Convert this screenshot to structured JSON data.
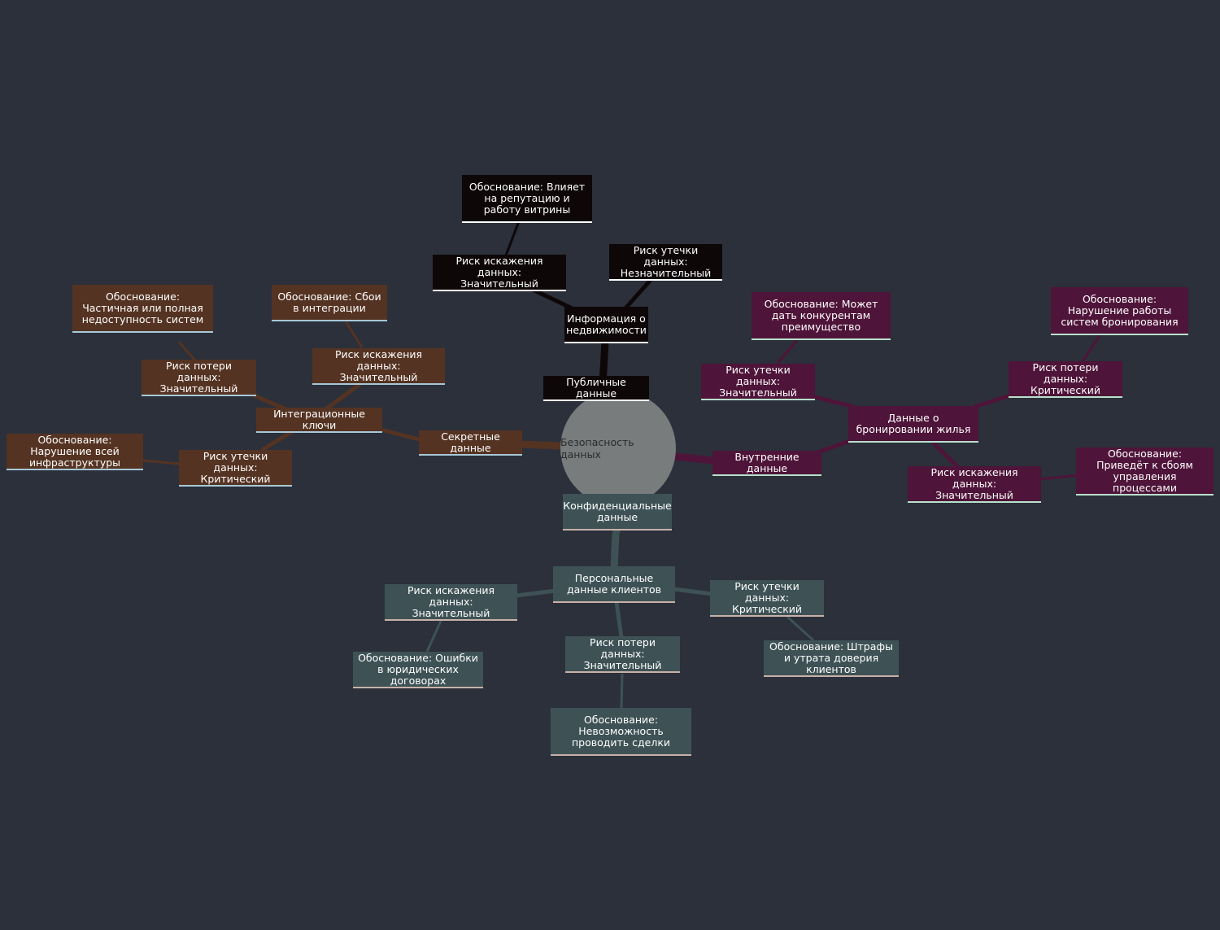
{
  "root": "Безопасность данных",
  "colors": {
    "background": "#2b303b",
    "root": "#787c7d",
    "public": "#0e0708",
    "secret": "#553322",
    "internal": "#4f1439",
    "confidential": "#3e5256"
  },
  "public": {
    "label": "Публичные данные",
    "category": "Информация о недвижимости",
    "distortion_risk": "Риск искажения данных: Значительный",
    "distortion_reason": "Обоснование: Влияет на репутацию и работу витрины",
    "leak_risk": "Риск утечки данных: Незначительный"
  },
  "secret": {
    "label": "Секретные данные",
    "category": "Интеграционные ключи",
    "loss_risk": "Риск потери данных: Значительный",
    "loss_reason": "Обоснование: Частичная или полная недоступность систем",
    "distortion_risk": "Риск искажения данных: Значительный",
    "distortion_reason": "Обоснование: Сбои в интеграции",
    "leak_risk": "Риск утечки данных: Критический",
    "leak_reason": "Обоснование: Нарушение всей инфраструктуры"
  },
  "internal": {
    "label": "Внутренние данные",
    "category": "Данные о бронировании жилья",
    "leak_risk": "Риск утечки данных: Значительный",
    "leak_reason": "Обоснование: Может дать конкурентам преимущество",
    "loss_risk": "Риск потери данных: Критический",
    "loss_reason": "Обоснование: Нарушение работы систем бронирования",
    "distortion_risk": "Риск искажения данных: Значительный",
    "distortion_reason": "Обоснование: Приведёт к сбоям управления процессами"
  },
  "confidential": {
    "label": "Конфиденциальные данные",
    "category": "Персональные данные клиентов",
    "distortion_risk": "Риск искажения данных: Значительный",
    "distortion_reason": "Обоснование: Ошибки в юридических договорах",
    "loss_risk": "Риск потери данных: Значительный",
    "loss_reason": "Обоснование: Невозможность проводить сделки",
    "leak_risk": "Риск утечки данных: Критический",
    "leak_reason": "Обоснование: Штрафы и утрата доверия клиентов"
  }
}
